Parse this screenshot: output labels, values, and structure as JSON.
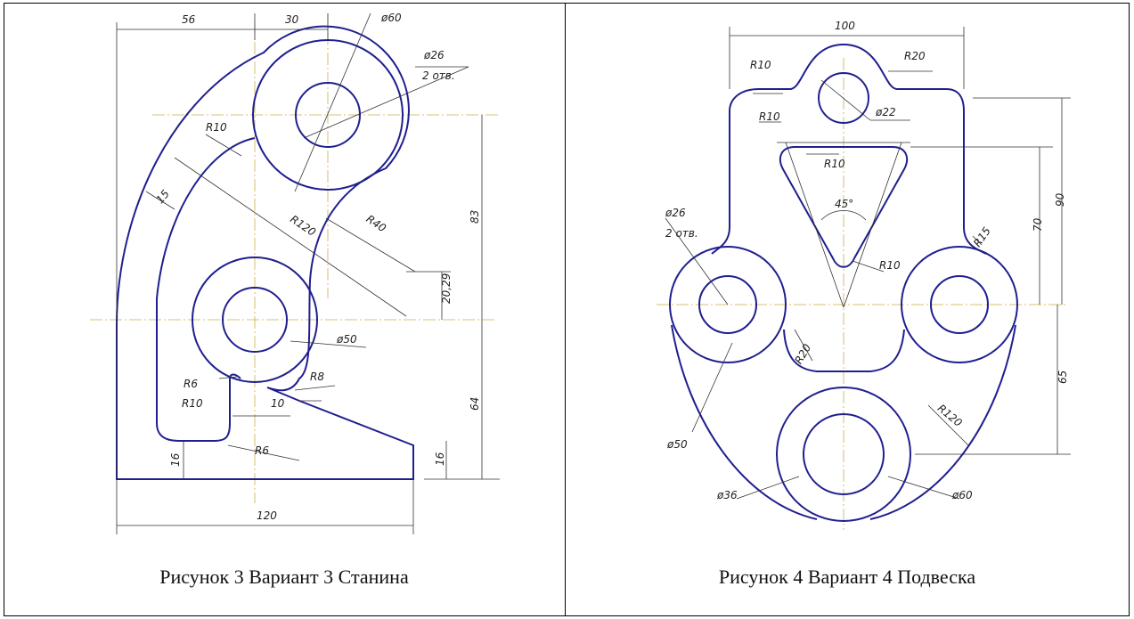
{
  "captions": {
    "left": "Рисунок 3 Вариант 3 Станина",
    "right": "Рисунок 4 Вариант 4 Подвеска"
  },
  "fig3": {
    "d56": "56",
    "d30": "30",
    "phi60": "ø60",
    "phi26": "ø26",
    "holes2": "2 отв.",
    "r10_top": "R10",
    "d15": "15",
    "r120": "R120",
    "r40": "R40",
    "d83": "83",
    "d2029": "20,29",
    "phi50": "ø50",
    "r8": "R8",
    "r6a": "R6",
    "r10_bot": "R10",
    "d10": "10",
    "r6b": "R6",
    "d64": "64",
    "d16_left": "16",
    "d16_right": "16",
    "d120": "120"
  },
  "fig4": {
    "d100": "100",
    "r10_a": "R10",
    "r10_b": "R10",
    "r20_top": "R20",
    "phi22": "ø22",
    "r10_tri": "R10",
    "a45": "45°",
    "d90": "90",
    "d70": "70",
    "phi26": "ø26",
    "holes2": "2 отв.",
    "r15": "R15",
    "r10_v": "R10",
    "r20_mid": "R20",
    "d65": "65",
    "r120": "R120",
    "phi50": "ø50",
    "phi36": "ø36",
    "phi60": "ø60"
  },
  "colors": {
    "outline": "#1f1f8f",
    "centerline": "#c9b04a",
    "dimension": "#333333"
  }
}
